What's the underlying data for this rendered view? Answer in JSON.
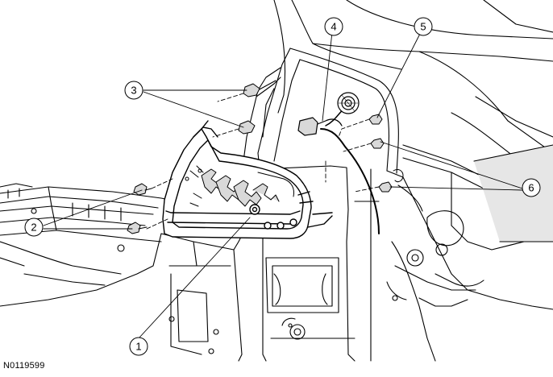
{
  "figure": {
    "id": "N0119599"
  },
  "callouts": [
    {
      "id": "1",
      "label": "1",
      "target": "tail-lamp-assembly"
    },
    {
      "id": "2",
      "label": "2",
      "target": "lower-bolts"
    },
    {
      "id": "3",
      "label": "3",
      "target": "upper-clips"
    },
    {
      "id": "4",
      "label": "4",
      "target": "electrical-connector"
    },
    {
      "id": "5",
      "label": "5",
      "target": "grommet-nut"
    },
    {
      "id": "6",
      "label": "6",
      "target": "mounting-nuts"
    }
  ],
  "colors": {
    "line": "#000000",
    "background": "#ffffff",
    "shade": "#d9d9d9"
  }
}
